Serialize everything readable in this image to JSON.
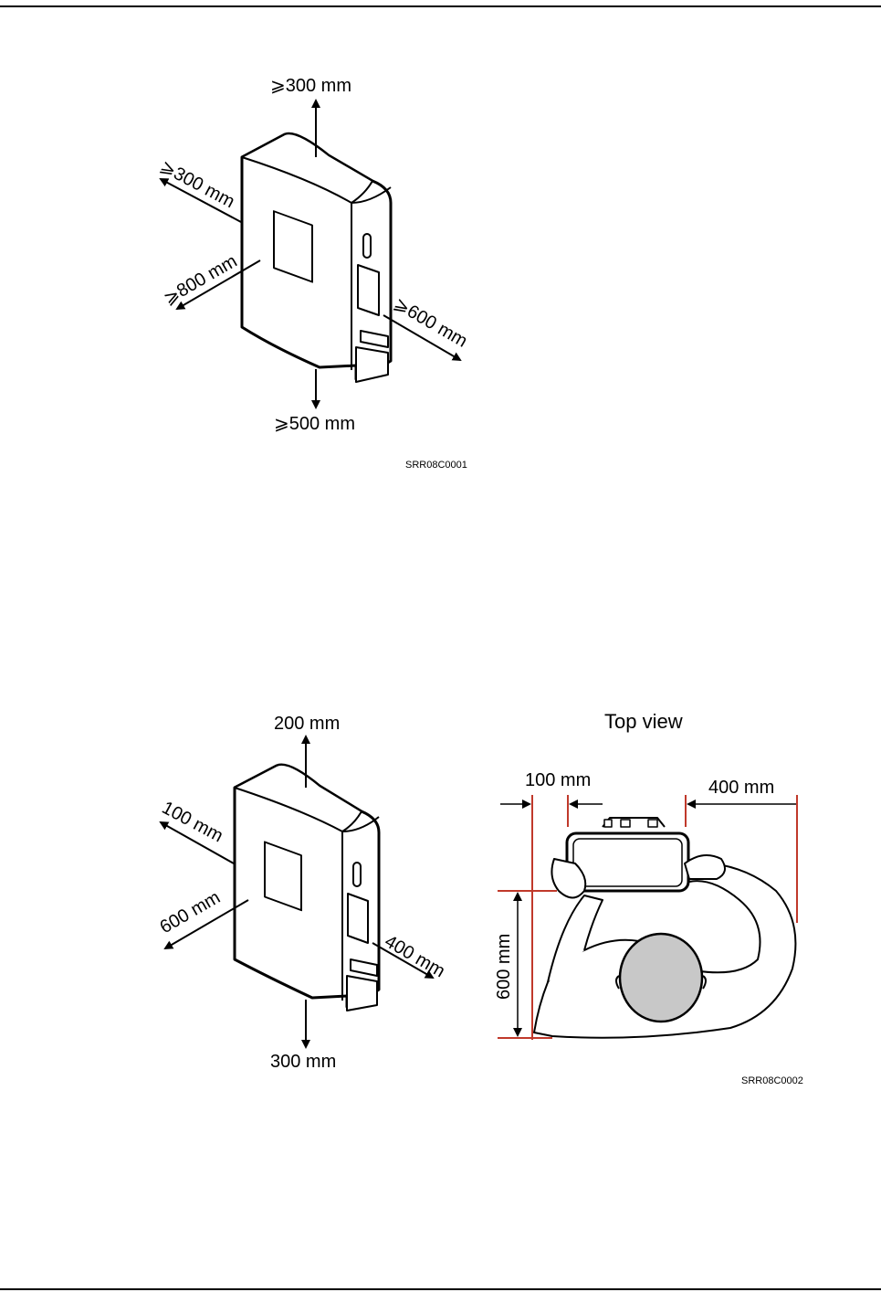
{
  "figure1": {
    "top": "⩾300 mm",
    "back": "⩾300 mm",
    "front": "⩾800 mm",
    "side": "⩾600 mm",
    "bottom": "⩾500 mm",
    "code": "SRR08C0001"
  },
  "figure2": {
    "top": "200 mm",
    "back": "100 mm",
    "front": "600 mm",
    "side": "400 mm",
    "bottom": "300 mm",
    "code": "SRR08C0002"
  },
  "topview": {
    "title": "Top view",
    "left_gap": "100 mm",
    "right_gap": "400 mm",
    "depth": "600 mm"
  },
  "colors": {
    "guide_line": "#c0392b",
    "head_fill": "#c8c8c8"
  }
}
